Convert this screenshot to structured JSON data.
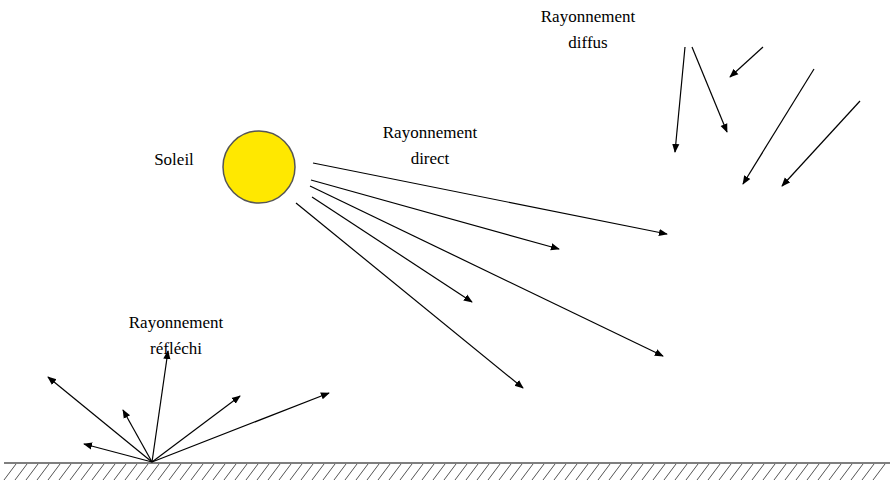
{
  "diagram": {
    "labels": [
      "Rayonnement diffus",
      "Soleil",
      "Rayonnement direct",
      "Rayonnement réfléchi"
    ]
  }
}
